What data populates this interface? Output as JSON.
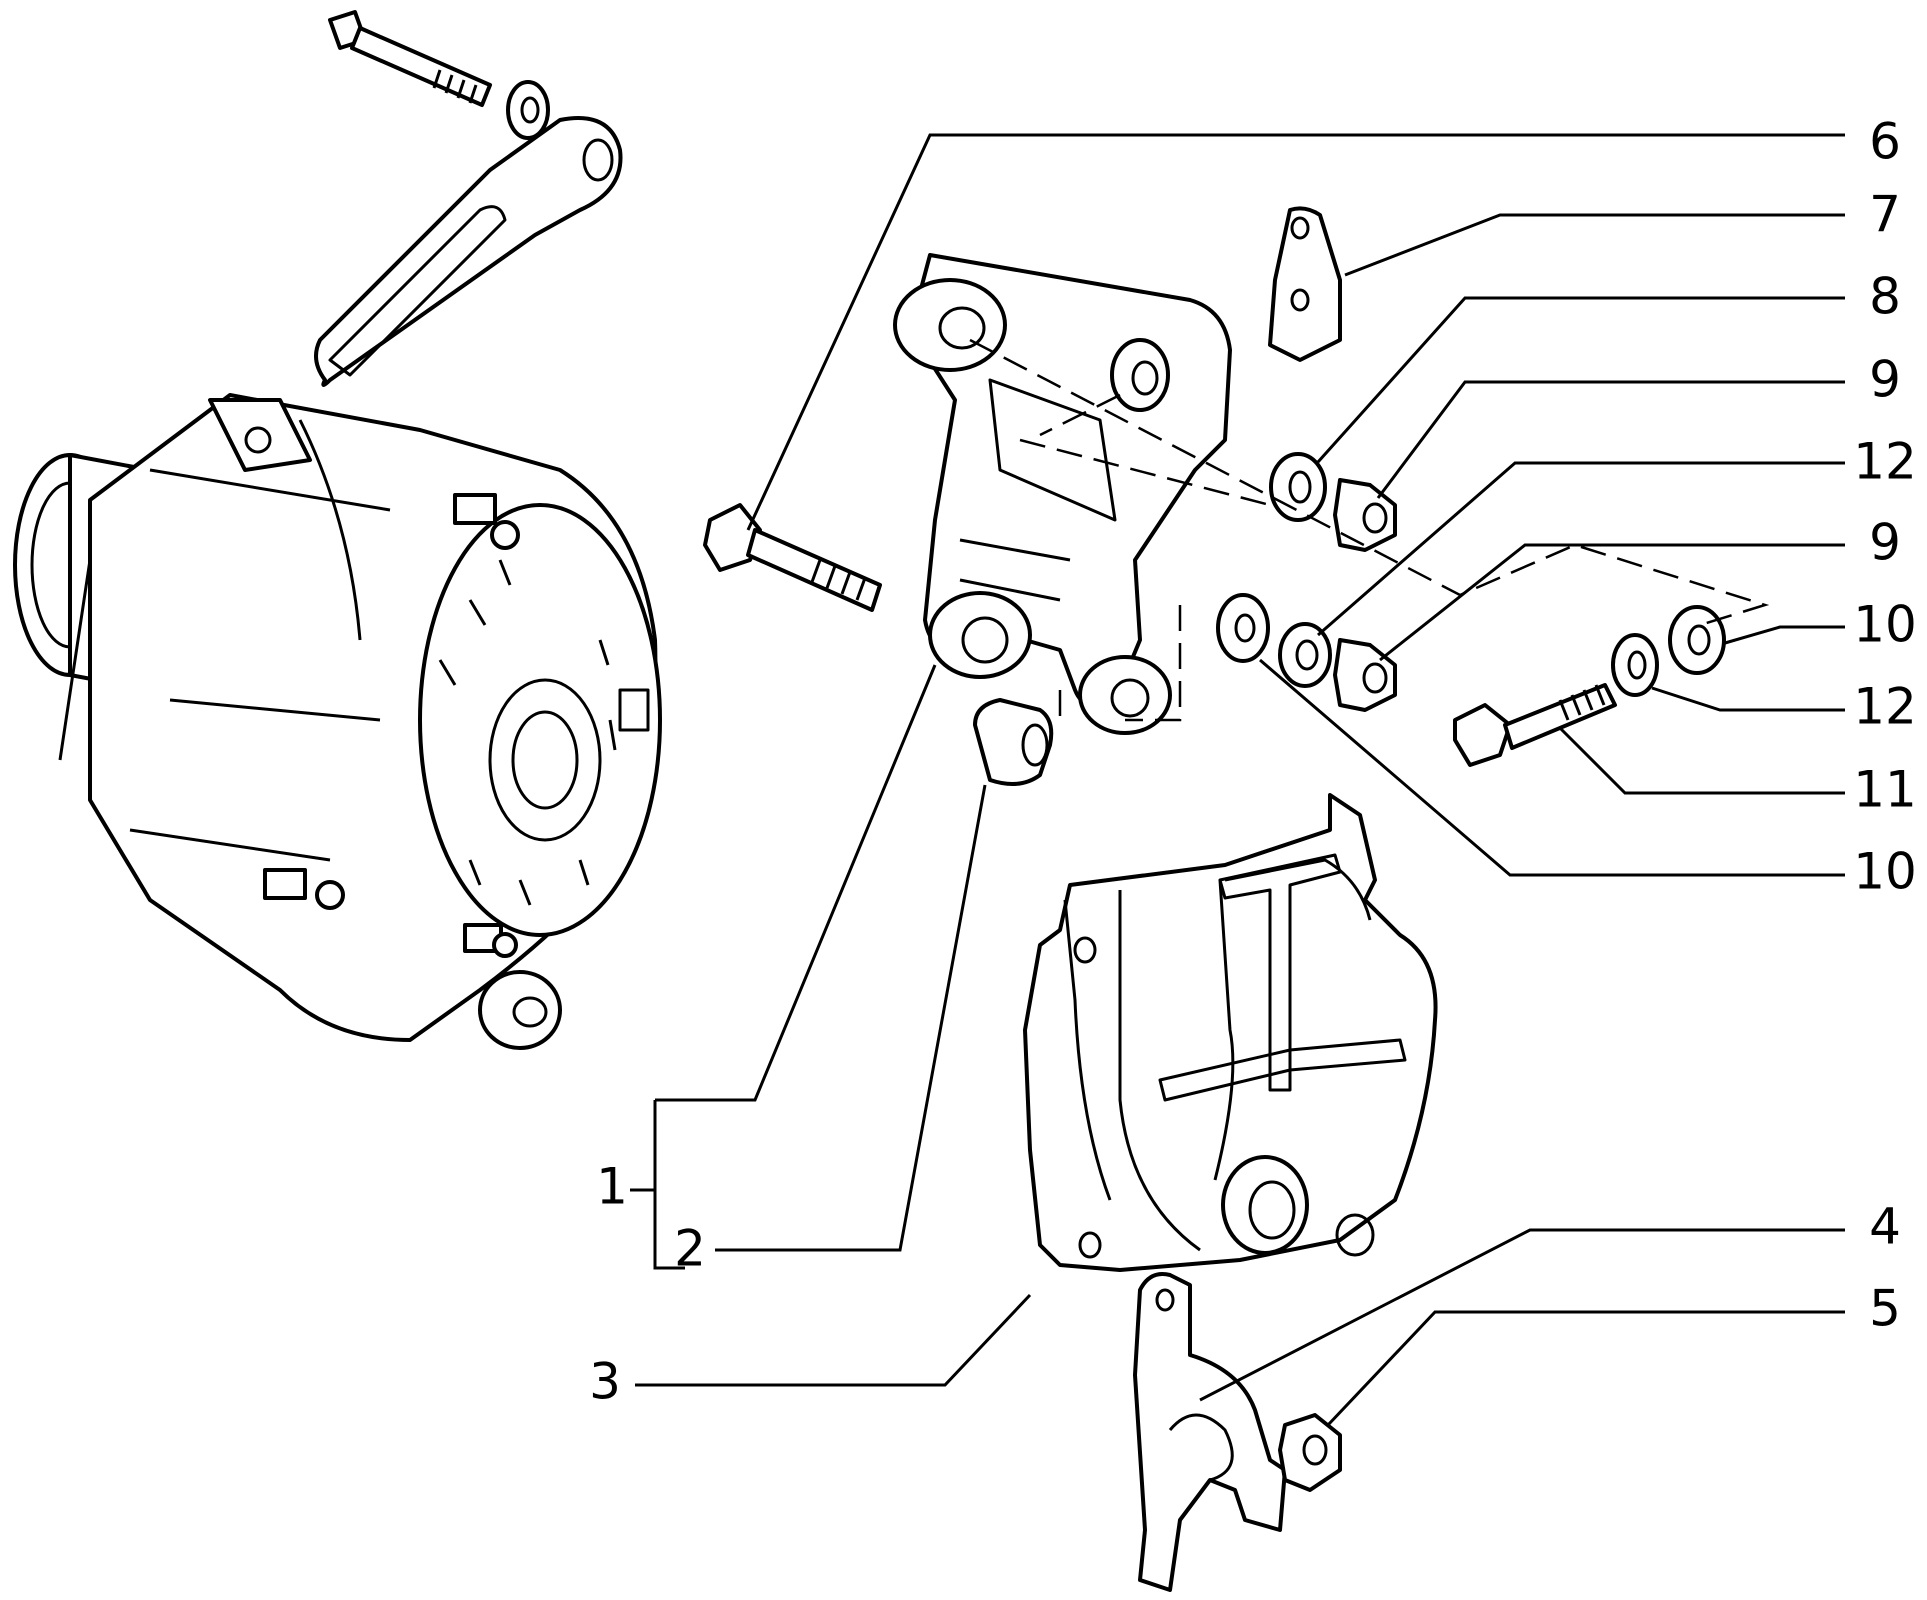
{
  "callouts": {
    "c1": "1",
    "c2": "2",
    "c3": "3",
    "c4": "4",
    "c5": "5",
    "c6": "6",
    "c7": "7",
    "c8": "8",
    "c9a": "9",
    "c12a": "12",
    "c9b": "9",
    "c10a": "10",
    "c12b": "12",
    "c11": "11",
    "c10b": "10"
  },
  "colors": {
    "line": "#000000",
    "background": "#ffffff"
  }
}
